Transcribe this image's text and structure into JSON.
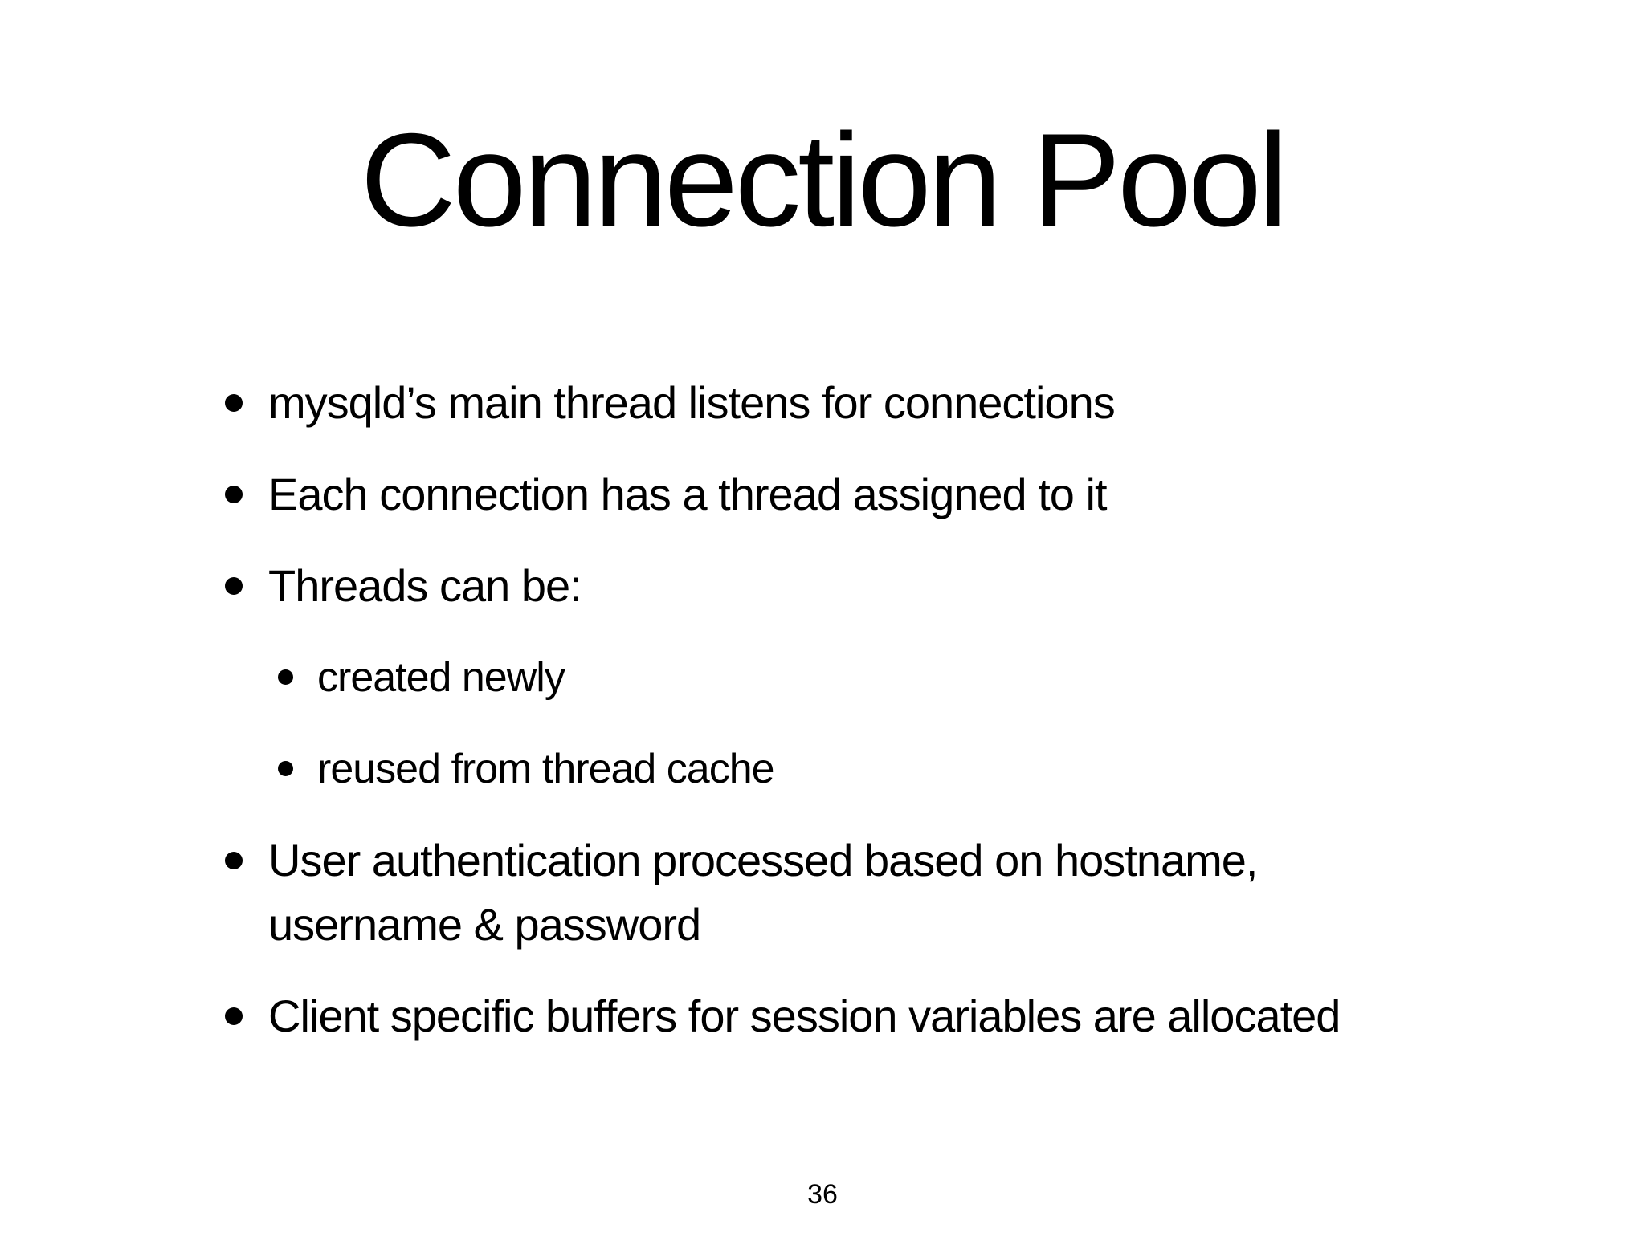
{
  "slide": {
    "title": "Connection Pool",
    "bullets": [
      {
        "level": 1,
        "text": "mysqld’s main thread listens for connections"
      },
      {
        "level": 1,
        "text": "Each connection has a thread assigned to it"
      },
      {
        "level": 1,
        "text": "Threads can be:"
      },
      {
        "level": 2,
        "text": "created newly"
      },
      {
        "level": 2,
        "text": "reused from thread cache"
      },
      {
        "level": 1,
        "text": "User authentication processed based on hostname, username & password"
      },
      {
        "level": 1,
        "text": "Client specific buffers for session variables are allocated"
      }
    ],
    "page_number": "36",
    "colors": {
      "background": "#ffffff",
      "text": "#000000"
    }
  }
}
